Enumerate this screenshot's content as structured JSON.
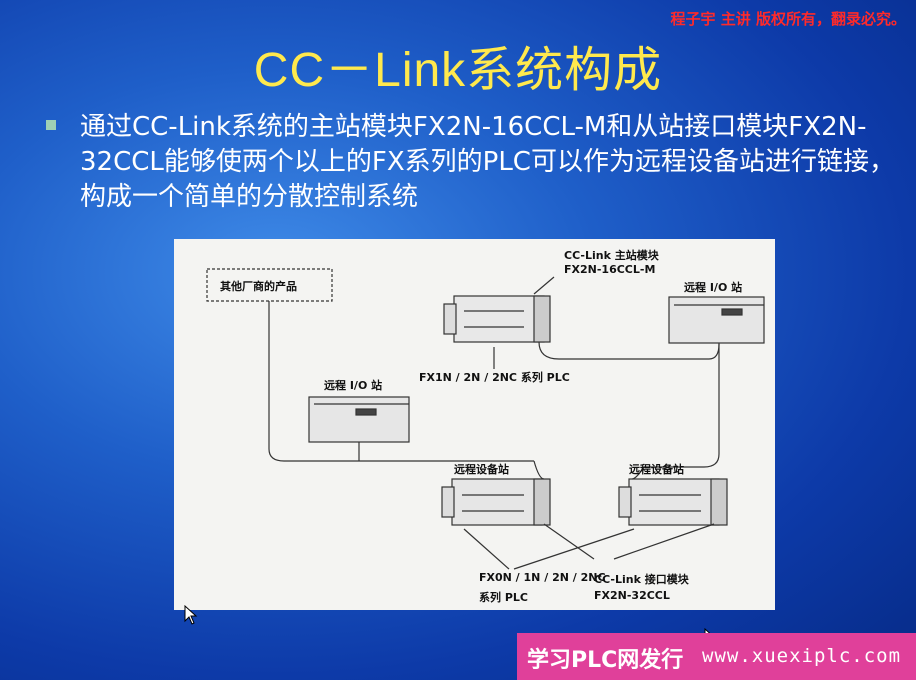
{
  "watermark": "程子宇 主讲 版权所有，翻录必究。",
  "slide": {
    "title": "CC－Link系统构成",
    "bullet_text": "通过CC-Link系统的主站模块FX2N-16CCL-M和从站接口模块FX2N-32CCL能够使两个以上的FX系列的PLC可以作为远程设备站进行链接，构成一个简单的分散控制系统"
  },
  "diagram": {
    "other_vendor": "其他厂商的产品",
    "master_module_line1": "CC-Link 主站模块",
    "master_module_line2": "FX2N-16CCL-M",
    "remote_io_right": "远程 I/O 站",
    "fx_series_plc": "FX1N / 2N / 2NC 系列 PLC",
    "remote_io_left": "远程 I/O 站",
    "remote_device_left": "远程设备站",
    "remote_device_right": "远程设备站",
    "fx_bottom_line1": "FX0N / 1N / 2N / 2NC",
    "fx_bottom_line2": "系列 PLC",
    "interface_line1": "CC-Link 接口模块",
    "interface_line2": "FX2N-32CCL"
  },
  "footer": {
    "publisher": "学习PLC网发行",
    "url": "www.xuexiplc.com"
  },
  "colors": {
    "title": "#ffe94d",
    "footer_bg": "#e0409a",
    "watermark": "#ff2a2a"
  }
}
